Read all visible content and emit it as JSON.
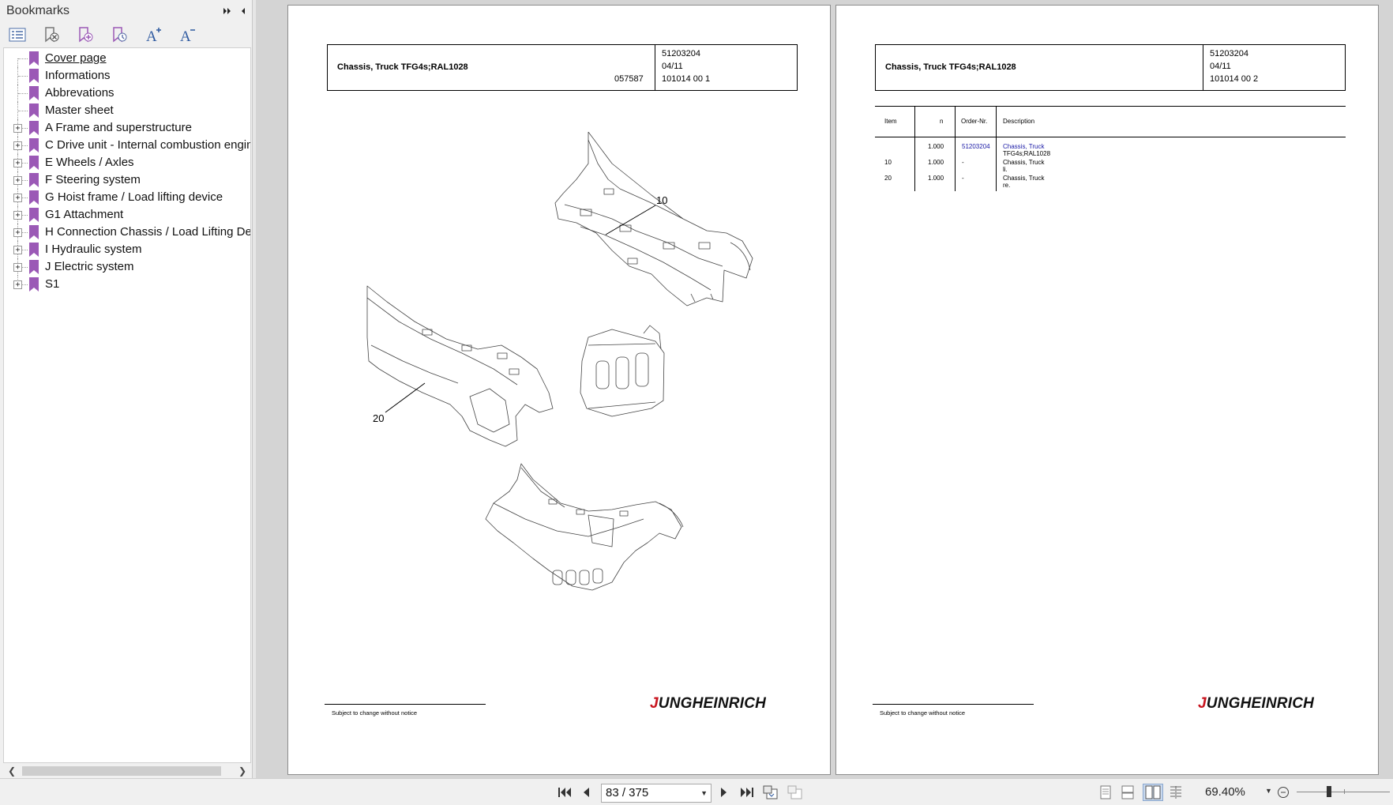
{
  "sidebar": {
    "title": "Bookmarks",
    "toolbar_icons": [
      "expand-all-icon",
      "delete-bookmark-icon",
      "add-bookmark-icon",
      "bookmark-properties-icon",
      "increase-font-icon",
      "decrease-font-icon"
    ],
    "items": [
      {
        "label": "Cover page",
        "expandable": false,
        "active": true
      },
      {
        "label": "Informations",
        "expandable": false
      },
      {
        "label": "Abbrevations",
        "expandable": false
      },
      {
        "label": "Master sheet",
        "expandable": false
      },
      {
        "label": "A Frame and superstructure",
        "expandable": true
      },
      {
        "label": "C Drive unit - Internal combustion engine",
        "expandable": true
      },
      {
        "label": "E Wheels / Axles",
        "expandable": true
      },
      {
        "label": "F Steering system",
        "expandable": true
      },
      {
        "label": "G Hoist frame / Load lifting device",
        "expandable": true
      },
      {
        "label": "G1 Attachment",
        "expandable": true
      },
      {
        "label": "H Connection Chassis / Load Lifting Device",
        "expandable": true
      },
      {
        "label": "I Hydraulic system",
        "expandable": true
      },
      {
        "label": "J Electric system",
        "expandable": true
      },
      {
        "label": "S1",
        "expandable": true
      }
    ],
    "bookmark_color": "#9b59b6"
  },
  "page1": {
    "title": "Chassis, Truck TFG4s;RAL1028",
    "part_no": "51203204",
    "date": "04/11",
    "sheet": "101014 00 1",
    "drawing_no": "057587",
    "callouts": {
      "c10": "10",
      "c20": "20"
    },
    "footer": "Subject to change without notice",
    "logo_j": "J",
    "logo_rest": "UNGHEINRICH"
  },
  "page2": {
    "title": "Chassis, Truck TFG4s;RAL1028",
    "part_no": "51203204",
    "date": "04/11",
    "sheet": "101014 00 2",
    "table": {
      "headers": {
        "item": "Item",
        "n": "n",
        "order": "Order-Nr.",
        "desc": "Description"
      },
      "rows": [
        {
          "item": "",
          "n": "1.000",
          "order": "51203204",
          "desc1": "Chassis, Truck",
          "desc2": "TFG4s;RAL1028"
        },
        {
          "item": "10",
          "n": "1.000",
          "order": "-",
          "desc1": "Chassis, Truck",
          "desc2": "li."
        },
        {
          "item": "20",
          "n": "1.000",
          "order": "-",
          "desc1": "Chassis, Truck",
          "desc2": "re."
        }
      ]
    },
    "footer": "Subject to change without notice",
    "logo_j": "J",
    "logo_rest": "UNGHEINRICH"
  },
  "navbar": {
    "page_indicator": "83 / 375",
    "zoom": "69.40%"
  }
}
